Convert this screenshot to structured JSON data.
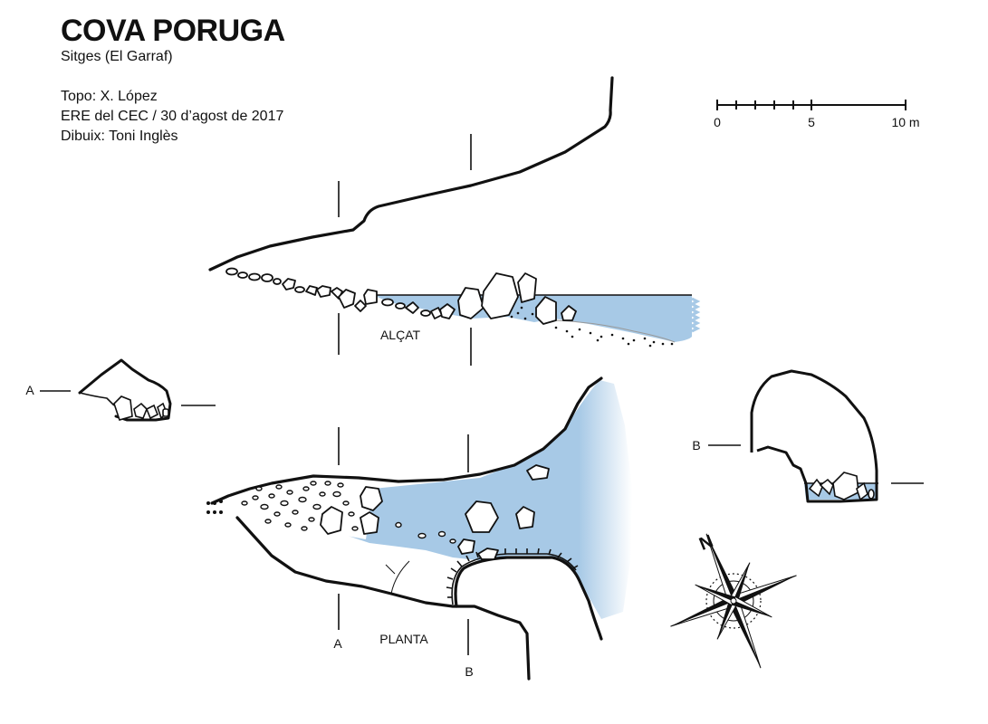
{
  "header": {
    "title": "COVA PORUGA",
    "location": "Sitges (El Garraf)",
    "credits": [
      "Topo: X. López",
      "ERE del CEC / 30 d’agost de 2017",
      "Dibuix: Toni Inglès"
    ]
  },
  "scale_bar": {
    "labels": [
      "0",
      "5",
      "10 m"
    ]
  },
  "views": {
    "elevation_label": "ALÇAT",
    "plan_label": "PLANTA"
  },
  "sections": {
    "a_label": "A",
    "b_label": "B"
  },
  "compass": {
    "north_label": "N"
  },
  "colors": {
    "water": "#a7c9e6",
    "ink": "#111111"
  }
}
